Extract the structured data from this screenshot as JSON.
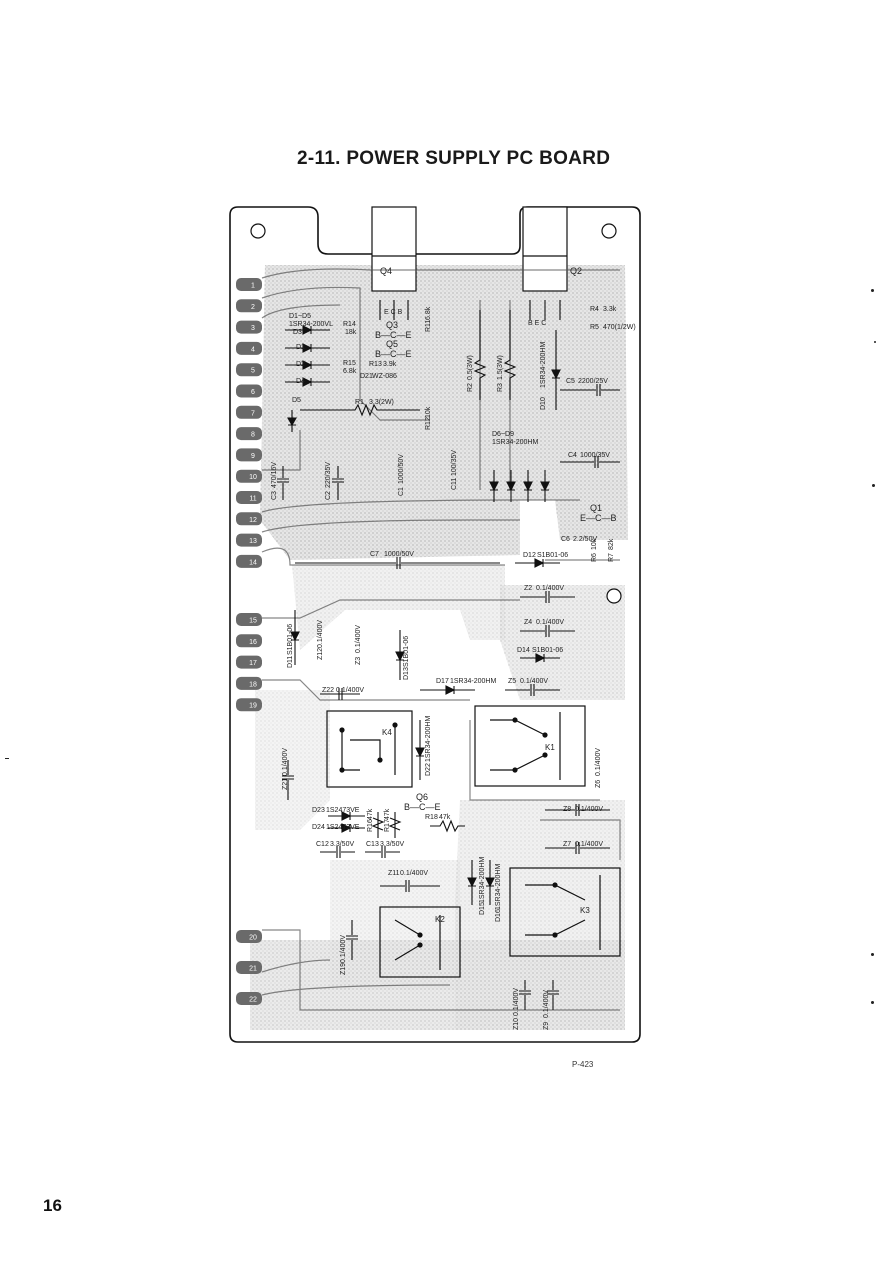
{
  "title": "2-11. POWER SUPPLY PC BOARD",
  "page_number": "16",
  "figure_ref": "P-423",
  "transistors": [
    {
      "ref": "Q4",
      "pins": "E C B"
    },
    {
      "ref": "Q2",
      "pins": "B E C"
    },
    {
      "ref": "Q3",
      "pins": "B—C—E"
    },
    {
      "ref": "Q5",
      "pins": "B—C—E"
    },
    {
      "ref": "Q1",
      "pins": "E—C—B"
    },
    {
      "ref": "Q6",
      "pins": "B—C—E"
    }
  ],
  "diodes": [
    {
      "ref": "D1~D5",
      "value": "1SR34-200VL"
    },
    {
      "ref": "D1",
      "value": ""
    },
    {
      "ref": "D2",
      "value": ""
    },
    {
      "ref": "D3",
      "value": ""
    },
    {
      "ref": "D4",
      "value": ""
    },
    {
      "ref": "D5",
      "value": ""
    },
    {
      "ref": "D6~D9",
      "value": "1SR34-200HM"
    },
    {
      "ref": "D10",
      "value": "1SR34-200HM"
    },
    {
      "ref": "D11",
      "value": "S1B01-06"
    },
    {
      "ref": "D12",
      "value": "S1B01-06"
    },
    {
      "ref": "D13",
      "value": "S1B01-06"
    },
    {
      "ref": "D14",
      "value": "S1B01-06"
    },
    {
      "ref": "D15",
      "value": "1SR34-200HM"
    },
    {
      "ref": "D16",
      "value": "1SR34-200HM"
    },
    {
      "ref": "D17",
      "value": "1SR34-200HM"
    },
    {
      "ref": "D21",
      "value": "WZ-086"
    },
    {
      "ref": "D22",
      "value": "1SR34-200HM"
    },
    {
      "ref": "D23",
      "value": "1S2473VE"
    },
    {
      "ref": "D24",
      "value": "1S2473VE"
    }
  ],
  "resistors": [
    {
      "ref": "R1",
      "value": "3.3(2W)"
    },
    {
      "ref": "R2",
      "value": "0.5(3W)"
    },
    {
      "ref": "R3",
      "value": "1.5(3W)"
    },
    {
      "ref": "R4",
      "value": "3.3k"
    },
    {
      "ref": "R5",
      "value": "470(1/2W)"
    },
    {
      "ref": "R6",
      "value": "10k"
    },
    {
      "ref": "R7",
      "value": "82k"
    },
    {
      "ref": "R11",
      "value": "6.8k"
    },
    {
      "ref": "R12",
      "value": "10k"
    },
    {
      "ref": "R13",
      "value": "3.9k"
    },
    {
      "ref": "R14",
      "value": "18k"
    },
    {
      "ref": "R15",
      "value": "6.8k"
    },
    {
      "ref": "R16",
      "value": "47k"
    },
    {
      "ref": "R17",
      "value": "47k"
    },
    {
      "ref": "R18",
      "value": "47k"
    }
  ],
  "capacitors": [
    {
      "ref": "C1",
      "value": "1000/50V"
    },
    {
      "ref": "C2",
      "value": "220/35V"
    },
    {
      "ref": "C3",
      "value": "470/16V"
    },
    {
      "ref": "C4",
      "value": "1000/35V"
    },
    {
      "ref": "C5",
      "value": "2200/25V"
    },
    {
      "ref": "C6",
      "value": "2.2/50V"
    },
    {
      "ref": "C7",
      "value": "1000/50V"
    },
    {
      "ref": "C11",
      "value": "100/35V"
    },
    {
      "ref": "C12",
      "value": "3.3/50V"
    },
    {
      "ref": "C13",
      "value": "3.3/50V"
    },
    {
      "ref": "Z2",
      "value": "0.1/400V"
    },
    {
      "ref": "Z3",
      "value": "0.1/400V"
    },
    {
      "ref": "Z4",
      "value": "0.1/400V"
    },
    {
      "ref": "Z5",
      "value": "0.1/400V"
    },
    {
      "ref": "Z6",
      "value": "0.1/400V"
    },
    {
      "ref": "Z7",
      "value": "0.1/400V"
    },
    {
      "ref": "Z8",
      "value": "0.1/400V"
    },
    {
      "ref": "Z9",
      "value": "0.1/400V"
    },
    {
      "ref": "Z10",
      "value": "0.1/400V"
    },
    {
      "ref": "Z11",
      "value": "0.1/400V"
    },
    {
      "ref": "Z12",
      "value": "0.1/400V"
    },
    {
      "ref": "Z19",
      "value": "0.1/400V"
    },
    {
      "ref": "Z21",
      "value": "0.1/400V"
    },
    {
      "ref": "Z22",
      "value": "0.1/400V"
    }
  ],
  "relays": [
    "K1",
    "K2",
    "K3",
    "K4"
  ],
  "connector_pins": [
    "1",
    "2",
    "3",
    "4",
    "5",
    "6",
    "7",
    "8",
    "9",
    "10",
    "11",
    "12",
    "13",
    "14",
    "15",
    "16",
    "17",
    "18",
    "19",
    "20",
    "21",
    "22"
  ]
}
